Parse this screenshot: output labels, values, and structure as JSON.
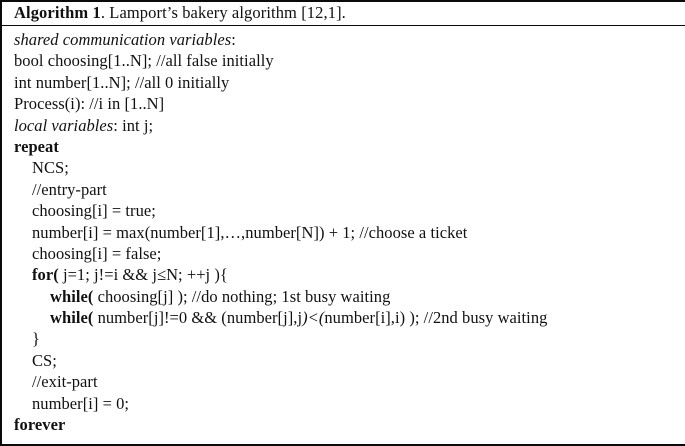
{
  "figure": {
    "kind": "algorithm-pseudocode-box",
    "caption": {
      "label": "Algorithm 1",
      "text": ". Lamport’s bakery algorithm [12,1]."
    },
    "lines": [
      {
        "indent": 0,
        "segments": [
          {
            "style": "italic",
            "text": "shared communication variables"
          },
          {
            "style": "plain",
            "text": ":"
          }
        ],
        "plain_text": "shared communication variables:"
      },
      {
        "indent": 0,
        "segments": [
          {
            "style": "plain",
            "text": "bool choosing[1..N]; //all false initially"
          }
        ],
        "plain_text": "bool choosing[1..N]; //all false initially"
      },
      {
        "indent": 0,
        "segments": [
          {
            "style": "plain",
            "text": "int number[1..N]; //all 0 initially"
          }
        ],
        "plain_text": "int number[1..N]; //all 0 initially"
      },
      {
        "indent": 0,
        "segments": [
          {
            "style": "plain",
            "text": "Process(i): //i in [1..N]"
          }
        ],
        "plain_text": "Process(i): //i in [1..N]"
      },
      {
        "indent": 0,
        "segments": [
          {
            "style": "italic",
            "text": "local variables"
          },
          {
            "style": "plain",
            "text": ": int j;"
          }
        ],
        "plain_text": "local variables: int j;"
      },
      {
        "indent": 0,
        "segments": [
          {
            "style": "bold",
            "text": "repeat"
          }
        ],
        "plain_text": "repeat"
      },
      {
        "indent": 1,
        "segments": [
          {
            "style": "plain",
            "text": "NCS;"
          }
        ],
        "plain_text": "NCS;"
      },
      {
        "indent": 1,
        "segments": [
          {
            "style": "plain",
            "text": "//entry-part"
          }
        ],
        "plain_text": "//entry-part"
      },
      {
        "indent": 1,
        "segments": [
          {
            "style": "plain",
            "text": "choosing[i] = true;"
          }
        ],
        "plain_text": "choosing[i] = true;"
      },
      {
        "indent": 1,
        "segments": [
          {
            "style": "plain",
            "text": "number[i] = max(number[1],…,number[N]) + 1; //choose a ticket"
          }
        ],
        "plain_text": "number[i] = max(number[1],…,number[N]) + 1; //choose a ticket"
      },
      {
        "indent": 1,
        "segments": [
          {
            "style": "plain",
            "text": "choosing[i] = false;"
          }
        ],
        "plain_text": "choosing[i] = false;"
      },
      {
        "indent": 1,
        "segments": [
          {
            "style": "bold",
            "text": "for("
          },
          {
            "style": "plain",
            "text": " j=1; j!=i && j≤N; ++j ){"
          }
        ],
        "plain_text": "for( j=1; j!=i && j≤N; ++j ){"
      },
      {
        "indent": 2,
        "segments": [
          {
            "style": "bold",
            "text": "while("
          },
          {
            "style": "plain",
            "text": " choosing[j] ); //do nothing; 1st busy waiting"
          }
        ],
        "plain_text": "while( choosing[j] ); //do nothing; 1st busy waiting"
      },
      {
        "indent": 2,
        "segments": [
          {
            "style": "bold",
            "text": "while("
          },
          {
            "style": "plain",
            "text": " number[j]!=0 && (number[j],j"
          },
          {
            "style": "italic-op",
            "text": ")<("
          },
          {
            "style": "plain",
            "text": "number[i],i) ); //2nd busy waiting"
          }
        ],
        "plain_text": "while( number[j]!=0 && (number[j],j)<(number[i],i) ); //2nd busy waiting"
      },
      {
        "indent": 1,
        "segments": [
          {
            "style": "plain",
            "text": "}"
          }
        ],
        "plain_text": "}"
      },
      {
        "indent": 1,
        "segments": [
          {
            "style": "plain",
            "text": "CS;"
          }
        ],
        "plain_text": "CS;"
      },
      {
        "indent": 1,
        "segments": [
          {
            "style": "plain",
            "text": "//exit-part"
          }
        ],
        "plain_text": "//exit-part"
      },
      {
        "indent": 1,
        "segments": [
          {
            "style": "plain",
            "text": "number[i] = 0;"
          }
        ],
        "plain_text": "number[i] = 0;"
      },
      {
        "indent": 0,
        "segments": [
          {
            "style": "bold",
            "text": "forever"
          }
        ],
        "plain_text": "forever"
      }
    ],
    "colors": {
      "text": "#111111",
      "rule": "#0a0a0a",
      "background": "#ffffff"
    }
  }
}
